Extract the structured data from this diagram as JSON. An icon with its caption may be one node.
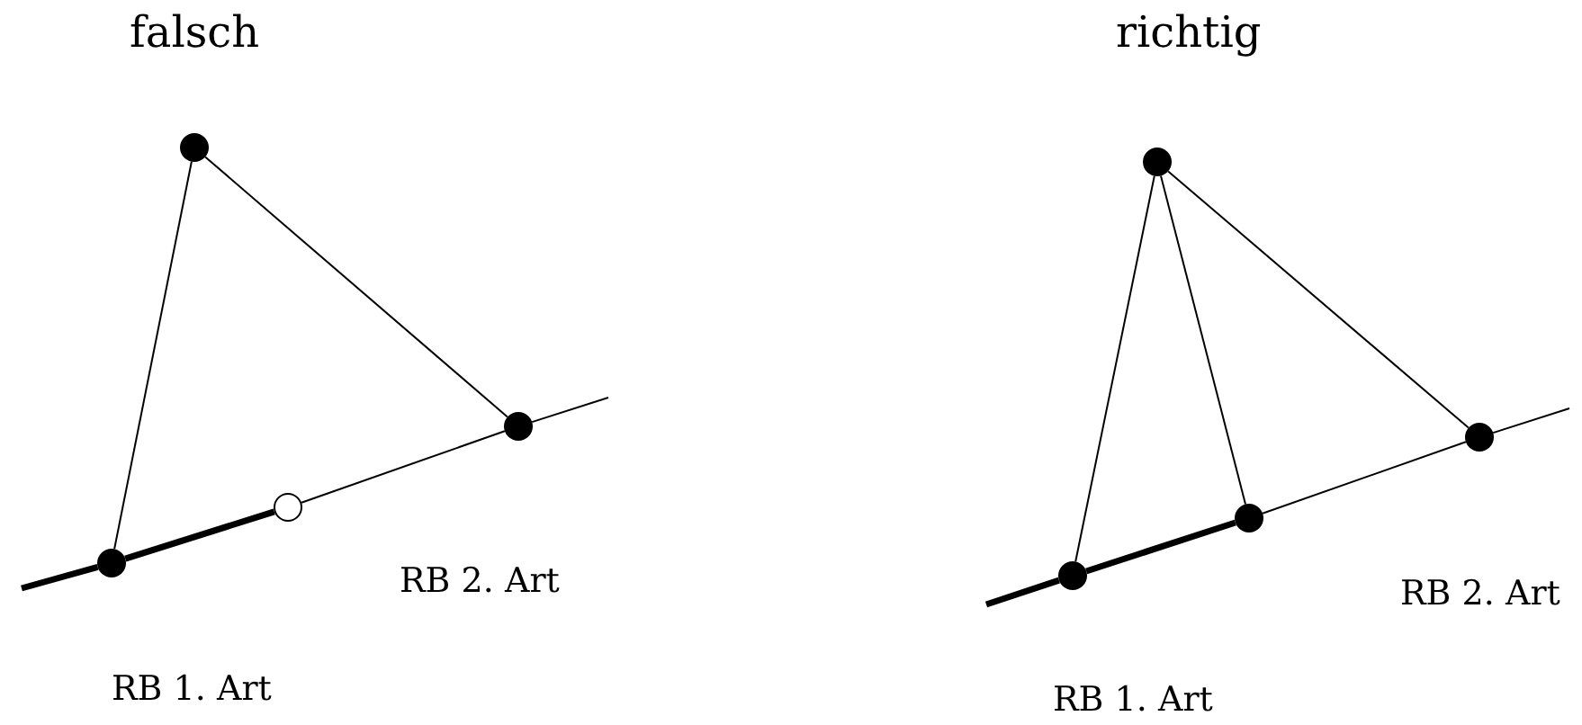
{
  "diagram": {
    "nodes": [
      {
        "text": [],
        "shape": "dot"
      },
      {
        "text": [],
        "shape": "dot"
      },
      {
        "text": [],
        "shape": "dot"
      },
      {
        "text": [],
        "shape": "circle"
      },
      {
        "text": [],
        "shape": "dot"
      },
      {
        "text": [],
        "shape": "dot"
      },
      {
        "text": [],
        "shape": "dot"
      },
      {
        "text": [],
        "shape": "dot"
      }
    ],
    "edges": [
      {
        "from": 0,
        "to": 2,
        "arrow": "none"
      },
      {
        "from": 0,
        "to": 1,
        "arrow": "none"
      },
      {
        "from": 2,
        "to": 3,
        "arrow": "none",
        "style": "thick"
      },
      {
        "from": 3,
        "to": 1,
        "arrow": "none"
      },
      {
        "from": null,
        "to": 2,
        "arrow": "none",
        "style": "thick"
      },
      {
        "from": 1,
        "to": null,
        "arrow": "none"
      },
      {
        "from": 4,
        "to": 5,
        "arrow": "none"
      },
      {
        "from": 4,
        "to": 6,
        "arrow": "none"
      },
      {
        "from": 4,
        "to": 7,
        "arrow": "none"
      },
      {
        "from": 5,
        "to": 6,
        "arrow": "none",
        "style": "thick"
      },
      {
        "from": 6,
        "to": 7,
        "arrow": "none"
      },
      {
        "from": null,
        "to": 5,
        "arrow": "none",
        "style": "thick"
      },
      {
        "from": 7,
        "to": null,
        "arrow": "none"
      }
    ],
    "labels": [
      "falsch",
      "richtig",
      "RB 2. Art",
      "RB 1. Art",
      "RB 2. Art",
      "RB 1. Art"
    ]
  }
}
